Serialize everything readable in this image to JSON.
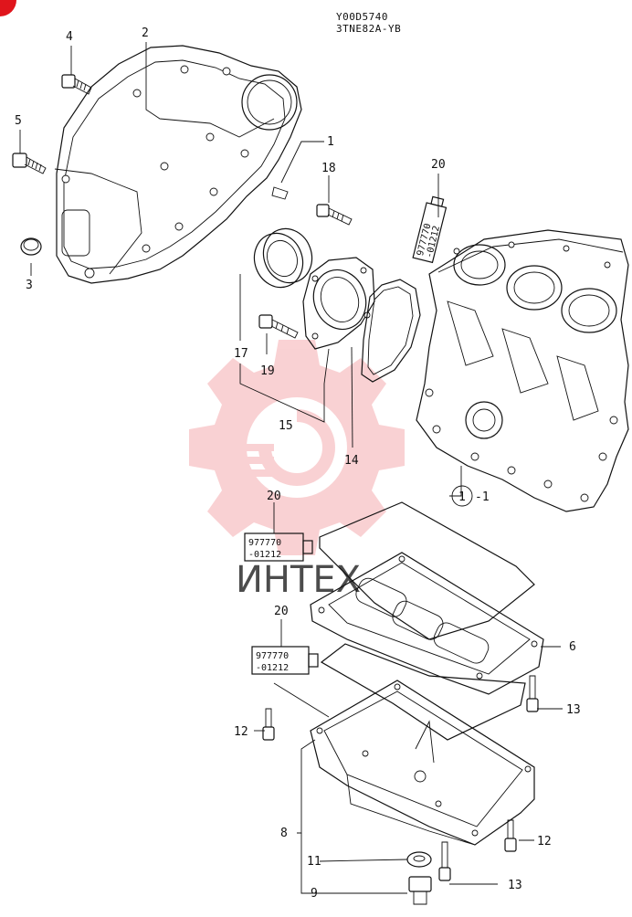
{
  "header": {
    "line1": "Y00D5740",
    "line2": "3TNE82A-YB"
  },
  "watermark": {
    "text": "ИНТЕХ",
    "color": "#e8333a"
  },
  "corner_badge": {
    "color": "#e0151c"
  },
  "tubes": [
    {
      "line1": "977770",
      "line2": "-01212"
    },
    {
      "line1": "977770",
      "line2": "-01212"
    },
    {
      "line1": "977770",
      "line2": "-01212"
    }
  ],
  "callouts": {
    "n1": "1",
    "n2": "2",
    "n3": "3",
    "n4": "4",
    "n5": "5",
    "n6": "6",
    "n8": "8",
    "n9": "9",
    "n11": "11",
    "n12a": "12",
    "n12b": "12",
    "n13a": "13",
    "n13b": "13",
    "n14": "14",
    "n15": "15",
    "n17": "17",
    "n18": "18",
    "n19": "19",
    "n20a": "20",
    "n20b": "20",
    "n20c": "20",
    "block_circle": "1",
    "block_suffix": "-1"
  }
}
